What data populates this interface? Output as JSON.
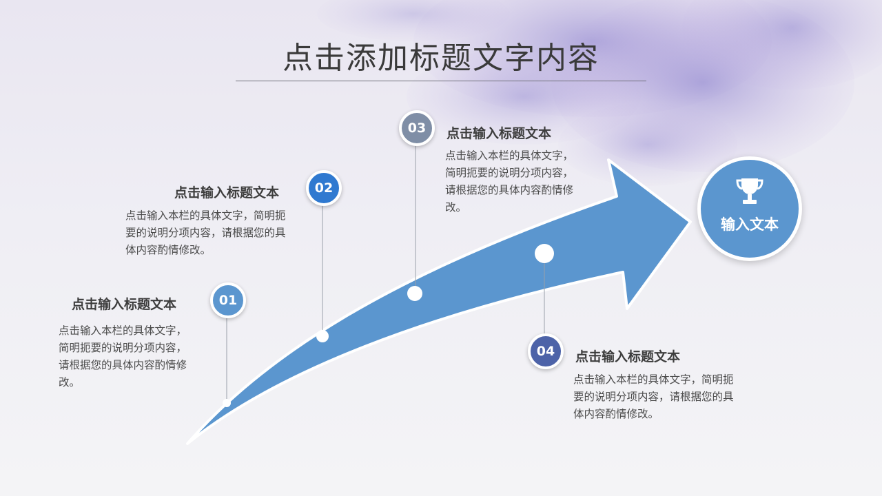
{
  "title": "点击添加标题文字内容",
  "goal": {
    "label": "输入文本",
    "icon": "trophy-icon"
  },
  "steps": [
    {
      "number": "01",
      "title": "点击输入标题文本",
      "text": "点击输入本栏的具体文字，简明扼要的说明分项内容，请根据您的具体内容酌情修改。",
      "color": "#5b96cf"
    },
    {
      "number": "02",
      "title": "点击输入标题文本",
      "text": "点击输入本栏的具体文字，简明扼要的说明分项内容，请根据您的具体内容酌情修改。",
      "color": "#2f79d0"
    },
    {
      "number": "03",
      "title": "点击输入标题文本",
      "text": "点击输入本栏的具体文字，简明扼要的说明分项内容，请根据您的具体内容酌情修改。",
      "color": "#7f8ea6"
    },
    {
      "number": "04",
      "title": "点击输入标题文本",
      "text": "点击输入本栏的具体文字，简明扼要的说明分项内容，请根据您的具体内容酌情修改。",
      "color": "#4d63a8"
    }
  ],
  "colors": {
    "arrow": "#5b96cf",
    "accent_petals": "#9a86cf"
  }
}
